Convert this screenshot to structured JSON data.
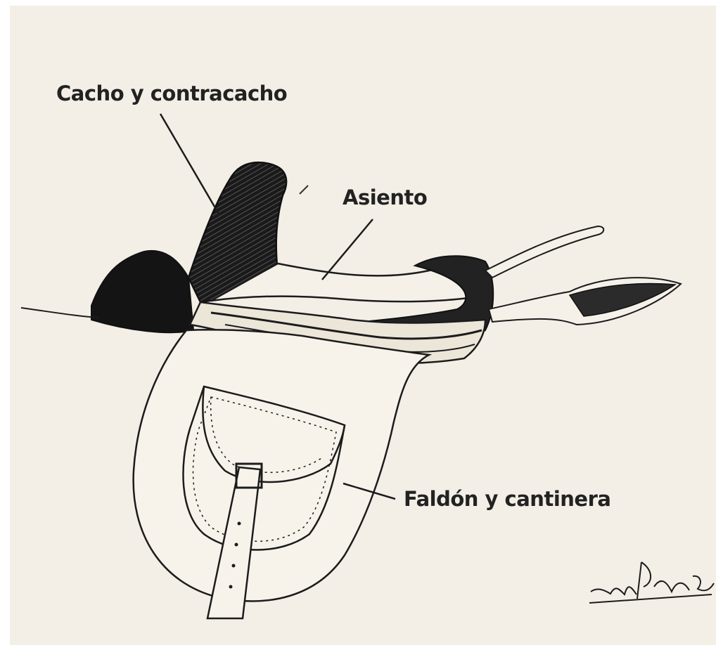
{
  "labels": {
    "cacho": "Cacho y contracacho",
    "asiento": "Asiento",
    "faldon": "Faldón y cantinera"
  },
  "signature": "Enrique Huber Ortiz",
  "colors": {
    "paper": "#f3efe6",
    "ink": "#1c1c1c",
    "label_text": "#222222"
  }
}
